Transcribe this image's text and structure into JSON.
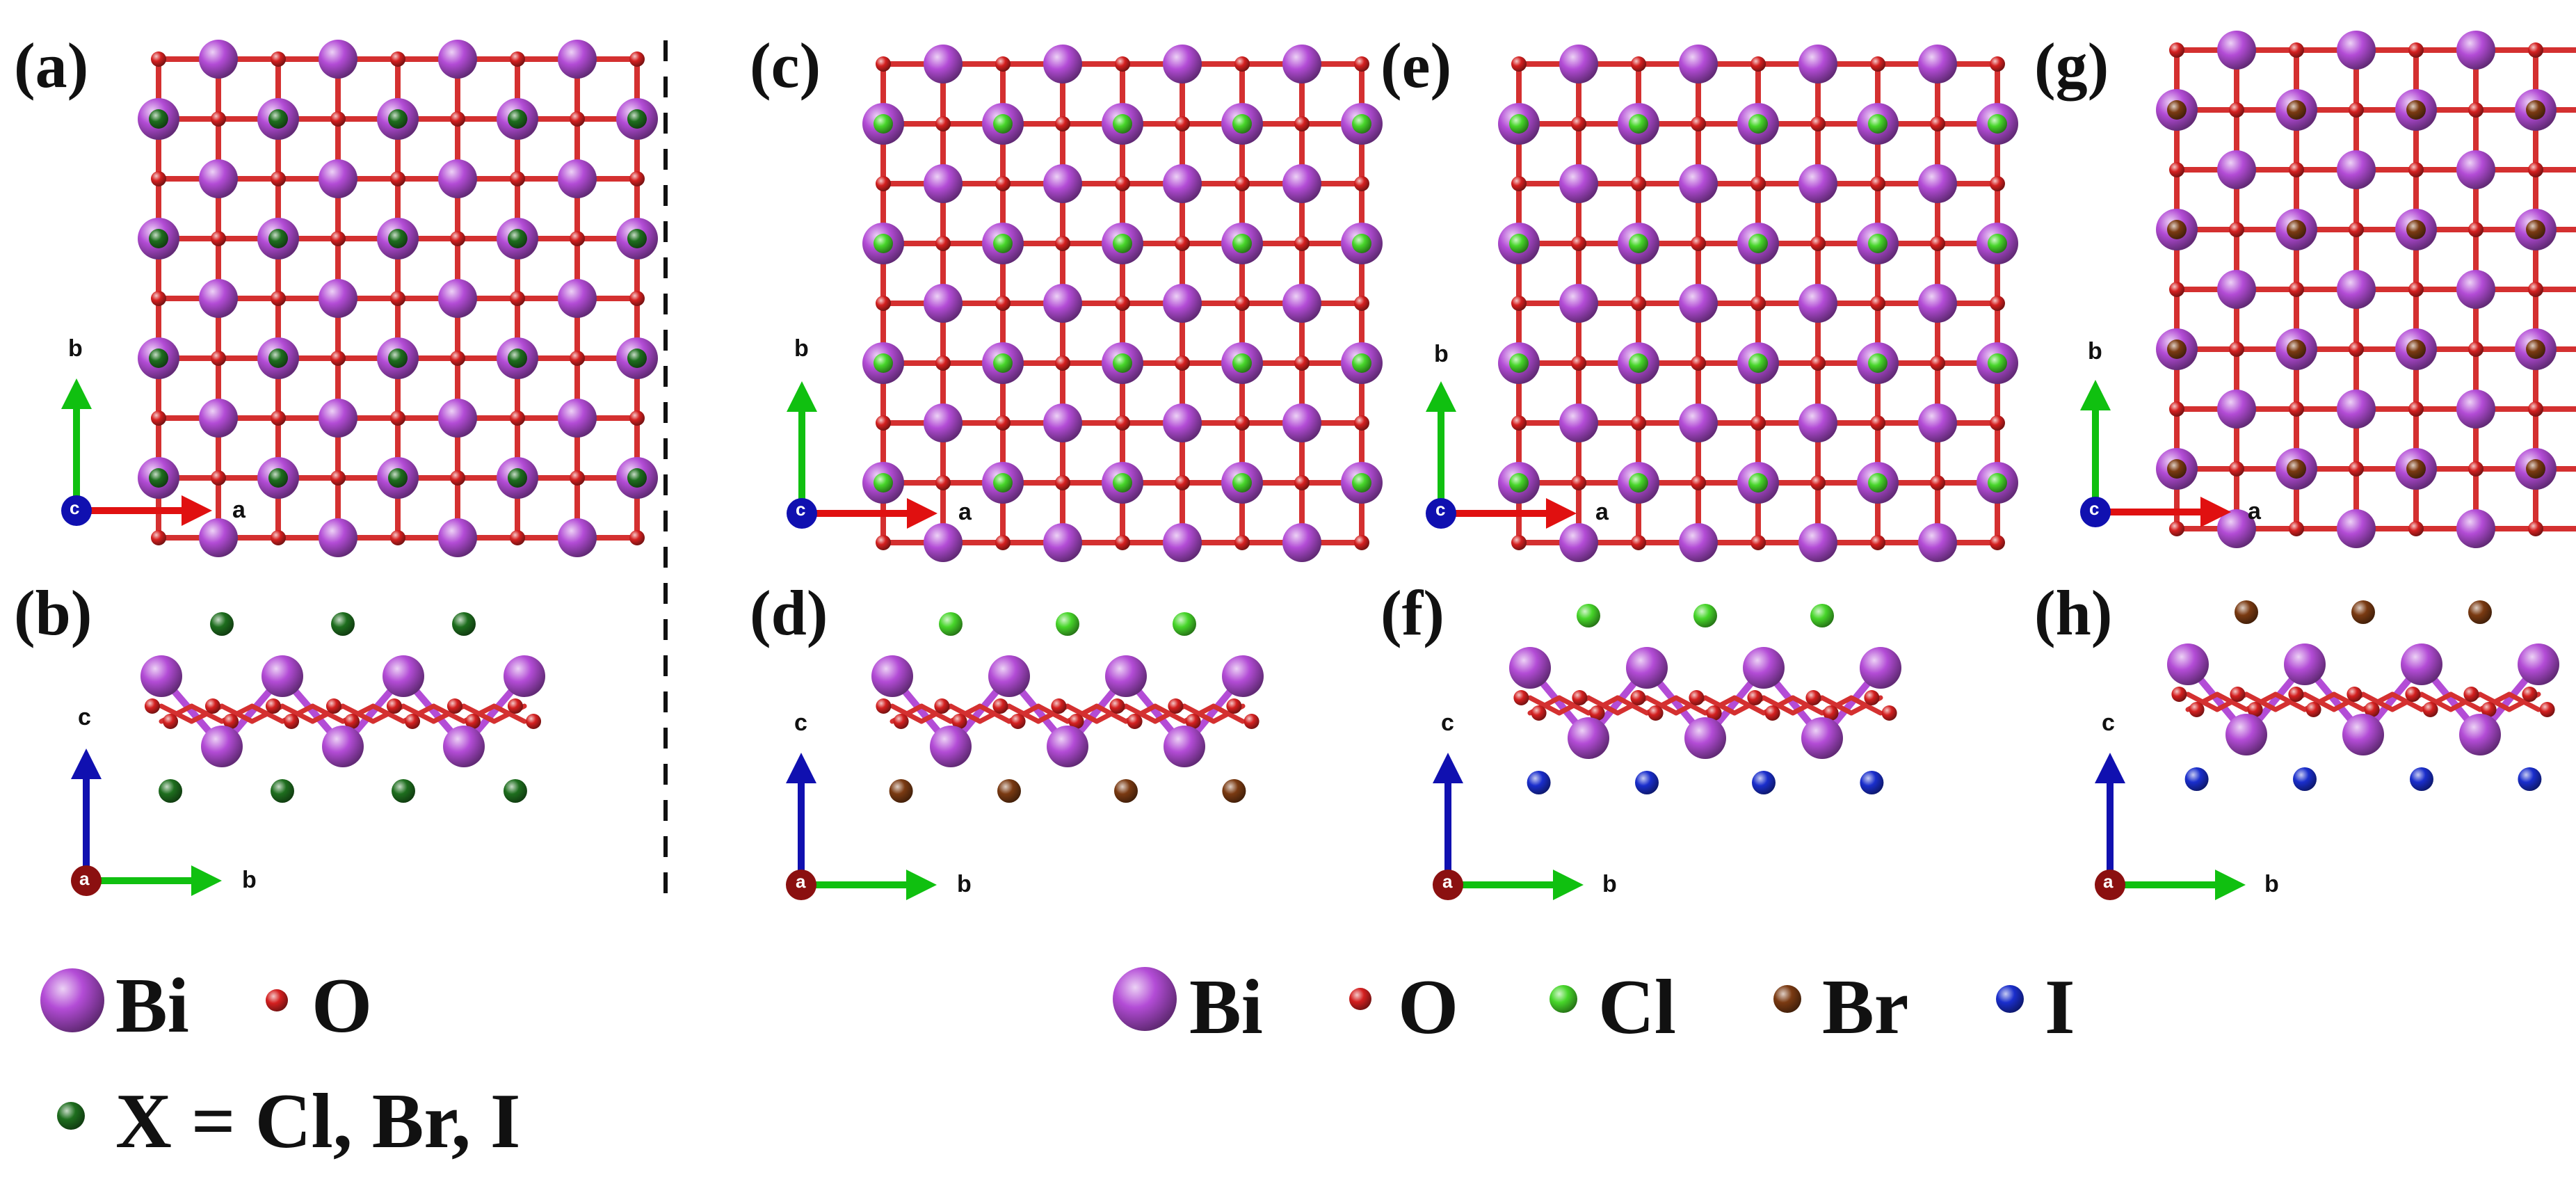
{
  "panels": {
    "a": {
      "label": "(a)",
      "axes": {
        "vertical": "b",
        "horizontal": "a",
        "out_of_plane": "c"
      }
    },
    "b": {
      "label": "(b)",
      "axes": {
        "vertical": "c",
        "horizontal": "b",
        "out_of_plane": "a"
      }
    },
    "c": {
      "label": "(c)",
      "axes": {
        "vertical": "b",
        "horizontal": "a",
        "out_of_plane": "c"
      }
    },
    "d": {
      "label": "(d)",
      "axes": {
        "vertical": "c",
        "horizontal": "b",
        "out_of_plane": "a"
      }
    },
    "e": {
      "label": "(e)",
      "axes": {
        "vertical": "b",
        "horizontal": "a",
        "out_of_plane": "c"
      }
    },
    "f": {
      "label": "(f)",
      "axes": {
        "vertical": "c",
        "horizontal": "b",
        "out_of_plane": "a"
      }
    },
    "g": {
      "label": "(g)",
      "axes": {
        "vertical": "b",
        "horizontal": "a",
        "out_of_plane": "c"
      }
    },
    "h": {
      "label": "(h)",
      "axes": {
        "vertical": "c",
        "horizontal": "b",
        "out_of_plane": "a"
      }
    }
  },
  "legend_left": {
    "bi": "Bi",
    "o": "O",
    "x": "X = Cl, Br, I"
  },
  "legend_right": {
    "bi": "Bi",
    "o": "O",
    "cl": "Cl",
    "br": "Br",
    "i": "I"
  },
  "colors": {
    "bi": "#b34cd6",
    "o": "#d42020",
    "x": "#1e6e1e",
    "cl": "#47d62a",
    "br": "#7a3a12",
    "i": "#1a2ecc",
    "bond": "#d43030",
    "axis_a": "#e01010",
    "axis_b": "#10c010",
    "axis_c": "#1010b0"
  },
  "structures": {
    "a": {
      "view": "top",
      "halide": "x"
    },
    "b": {
      "view": "side",
      "top_halide": "x",
      "bottom_halide": "x"
    },
    "c": {
      "view": "top",
      "halide": "cl"
    },
    "d": {
      "view": "side",
      "top_halide": "cl",
      "bottom_halide": "br"
    },
    "e": {
      "view": "top",
      "halide": "cl"
    },
    "f": {
      "view": "side",
      "top_halide": "cl",
      "bottom_halide": "i"
    },
    "g": {
      "view": "top",
      "halide": "br"
    },
    "h": {
      "view": "side",
      "top_halide": "br",
      "bottom_halide": "i"
    }
  }
}
